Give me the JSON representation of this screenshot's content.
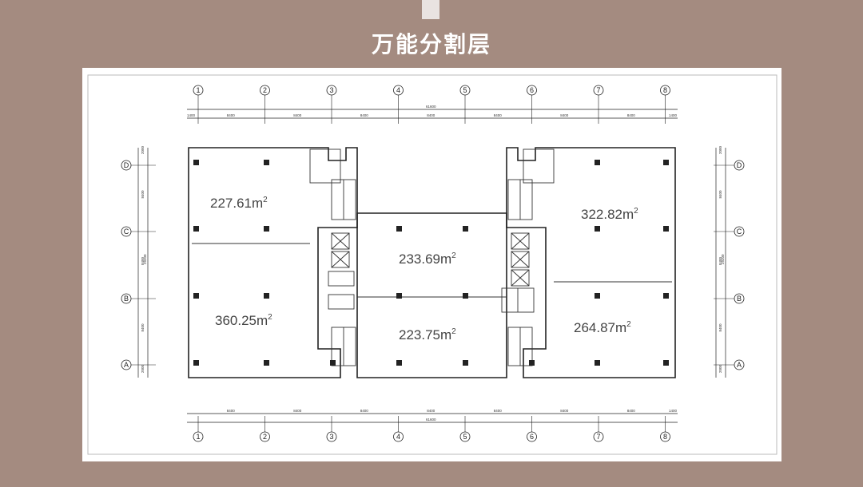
{
  "title": "万能分割层",
  "colors": {
    "background": "#a48b80",
    "panel": "#ffffff",
    "lines": "#222222"
  },
  "rooms": [
    {
      "id": "nw",
      "area": "227.61m",
      "sup": "2"
    },
    {
      "id": "sw",
      "area": "360.25m",
      "sup": "2"
    },
    {
      "id": "center-top",
      "area": "233.69m",
      "sup": "2"
    },
    {
      "id": "center-bottom",
      "area": "223.75m",
      "sup": "2"
    },
    {
      "id": "ne",
      "area": "322.82m",
      "sup": "2"
    },
    {
      "id": "se",
      "area": "264.87m",
      "sup": "2"
    }
  ],
  "axes": {
    "columns": [
      "1",
      "2",
      "3",
      "4",
      "5",
      "6",
      "7",
      "8"
    ],
    "rows": [
      "D",
      "C",
      "B",
      "A"
    ]
  },
  "dimensions": {
    "bay": "8400",
    "edge": "1400",
    "total": "61600",
    "row_edge": "2000",
    "row_total": "29200"
  }
}
